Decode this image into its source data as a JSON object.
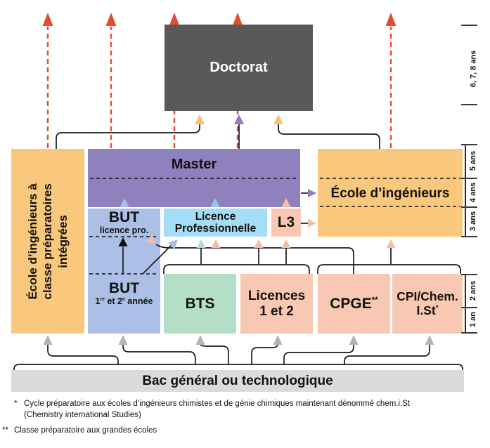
{
  "diagram": {
    "boxes": {
      "doctorat": {
        "label": "Doctorat"
      },
      "prepa_integree": {
        "line1": "École d’ingénieurs à",
        "line2": "classe préparatoires",
        "line3": "intégrées"
      },
      "master": {
        "label": "Master"
      },
      "but_licence_pro": {
        "title": "BUT",
        "subtitle": "licence pro."
      },
      "but_1_2": {
        "title": "BUT",
        "sub_p1": "1",
        "sub_sup1": "re",
        "sub_p2": " et 2",
        "sub_sup2": "e",
        "sub_p3": " année"
      },
      "licence_professionnelle": {
        "line1": "Licence",
        "line2": "Professionnelle"
      },
      "l3": {
        "label": "L3"
      },
      "ecole_ingenieurs": {
        "label": "École d’ingénieurs"
      },
      "bts": {
        "label": "BTS"
      },
      "licences_1_2": {
        "line1": "Licences",
        "line2": "1 et 2"
      },
      "cpge": {
        "label": "CPGE",
        "sup": "**"
      },
      "cpi": {
        "line1": "CPI/Chem.",
        "line2": "I.St",
        "sup": "*"
      },
      "bac": {
        "label": "Bac général ou technologique"
      }
    },
    "scale": {
      "y678": "6, 7, 8 ans",
      "y5": "5 ans",
      "y4": "4 ans",
      "y3": "3 ans",
      "y2": "2 ans",
      "y1": "1 an"
    },
    "footnotes": {
      "star_marker": "*",
      "star_text": "Cycle préparatoire aux écoles d’ingénieurs chimistes et de génie chimiques maintenant dénommé chem.i.St",
      "star_text2": "(Chemistry international Studies)",
      "dstar_marker": "**",
      "dstar_text": "Classe préparatoire aux grandes écoles"
    },
    "colors": {
      "doctorat_bg": "#595959",
      "orange_bg": "#F9C87D",
      "master_bg": "#8F81BE",
      "but_bg": "#ACBFE6",
      "licence_pro_bg": "#A6DDF6",
      "salmon_bg": "#F8C8B2",
      "bts_bg": "#B4DFC6",
      "bac_bg": "#DBDBDB",
      "red_arrow": "#E64A33",
      "gray_arrow": "#B3B3B3",
      "connector": "#1A1A1A"
    }
  }
}
